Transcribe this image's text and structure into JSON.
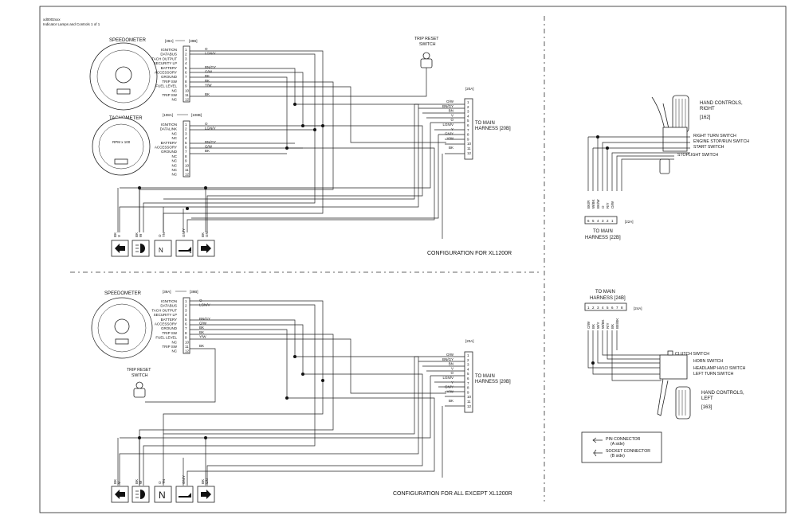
{
  "doc": {
    "id": "xd0002xxx",
    "subtitle": "Indicator Lamps and Controls 1 of 1"
  },
  "top": {
    "speedometer": {
      "title": "SPEEDOMETER",
      "connector": "[39A]",
      "mating": "[39B]",
      "pins": [
        "IGNITION",
        "DATABUS",
        "TACH OUTPUT",
        "SECURITY LP",
        "BATTERY",
        "ACCESSORY",
        "GROUND",
        "TRIP SW",
        "FUEL LEVEL",
        "NC",
        "TRIP SW",
        "NC"
      ],
      "wires": [
        "O",
        "LGN/V",
        "",
        "",
        "BN/GY",
        "O/W",
        "BK",
        "BK",
        "Y/W",
        "",
        "BK",
        ""
      ]
    },
    "tachometer": {
      "title": "TACHOMETER",
      "face_label": "RPM x 100",
      "connector": "[108A]",
      "mating": "[108B]",
      "pins": [
        "IGNITION",
        "DATALINK",
        "NC",
        "NC",
        "BATTERY",
        "ACCESSORY",
        "GROUND",
        "NC",
        "NC",
        "NC",
        "NC",
        "NC"
      ],
      "wires": [
        "O",
        "LGN/V",
        "",
        "",
        "BN/GY",
        "O/W",
        "BK",
        "",
        "",
        "",
        "",
        ""
      ]
    },
    "trip_reset": {
      "line1": "TRIP RESET",
      "line2": "SWITCH"
    },
    "main": {
      "connector": "[20A]",
      "line1": "TO MAIN",
      "line2": "HARNESS [20B]",
      "wires": [
        "O/W",
        "BN/GY",
        "BN",
        "V",
        "O",
        "LGN/V",
        "Y",
        "GN/Y",
        "Y/W",
        "",
        "BK",
        ""
      ]
    },
    "indicator_wires": [
      "BK",
      "V",
      "BK",
      "W",
      "O",
      "TN",
      "GN/Y",
      "BK",
      "GN"
    ],
    "caption": "CONFIGURATION FOR XL1200R"
  },
  "bottom": {
    "speedometer": {
      "title": "SPEEDOMETER",
      "connector": "[39A]",
      "mating": "[39B]",
      "pins": [
        "IGNITION",
        "DATABUS",
        "TACH OUTPUT",
        "SECURITY LP",
        "BATTERY",
        "ACCESSORY",
        "GROUND",
        "TRIP SW",
        "FUEL LEVEL",
        "NC",
        "TRIP SW",
        "NC"
      ],
      "wires": [
        "O",
        "LGN/V",
        "",
        "",
        "BN/GY",
        "O/W",
        "BK",
        "BK",
        "Y/W",
        "",
        "BK",
        ""
      ]
    },
    "trip_reset": {
      "line1": "TRIP RESET",
      "line2": "SWITCH"
    },
    "main": {
      "connector": "[20A]",
      "line1": "TO MAIN",
      "line2": "HARNESS [20B]",
      "wires": [
        "O/W",
        "BN/GY",
        "BN",
        "V",
        "O",
        "LGN/V",
        "Y",
        "GN/Y",
        "Y/W",
        "",
        "BK",
        ""
      ]
    },
    "indicator_wires": [
      "BK",
      "V",
      "BK",
      "W",
      "O",
      "TN",
      "GN/Y",
      "BK",
      "GN"
    ],
    "caption": "CONFIGURATION FOR ALL EXCEPT XL1200R"
  },
  "right_controls": {
    "title1": "HAND CONTROLS,",
    "title2": "RIGHT",
    "ref": "[162]",
    "switches": [
      "RIGHT TURN SWITCH",
      "ENGINE STOP/RUN SWITCH",
      "START SWITCH",
      "STOPLIGHT SWITCH"
    ],
    "connector_pins": [
      "6",
      "5",
      "4",
      "3",
      "2",
      "1"
    ],
    "connector_ref": "[22A]",
    "harness1": "TO MAIN",
    "harness2": "HARNESS [22B]",
    "wires": [
      "BK/R",
      "W/BK",
      "BK/W",
      "O",
      "R/Y",
      "O/W"
    ]
  },
  "left_controls": {
    "harness1": "TO MAIN",
    "harness2": "HARNESS [24B]",
    "connector_pins": [
      "1",
      "2",
      "3",
      "4",
      "5",
      "6",
      "7",
      "8"
    ],
    "connector_ref": "[24A]",
    "switches": [
      "CLUTCH SWITCH",
      "HORN SWITCH",
      "HEADLAMP HI/LO SWITCH",
      "LEFT TURN SWITCH"
    ],
    "title1": "HAND CONTROLS,",
    "title2": "LEFT",
    "ref": "[163]",
    "wires": [
      "O/W",
      "BK",
      "W/Y",
      "W/BK",
      "R/Y",
      "BK",
      "BE/BK",
      ""
    ]
  },
  "legend": {
    "pin1": "PIN CONNECTOR",
    "pin2": "(A side)",
    "sock1": "SOCKET CONNECTOR",
    "sock2": "(B side)"
  }
}
